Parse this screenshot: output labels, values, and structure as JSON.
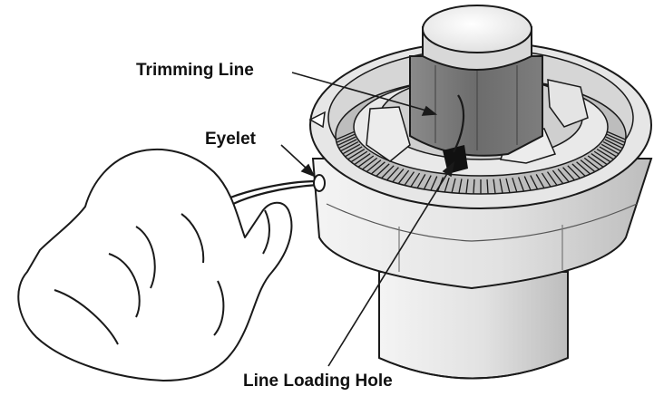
{
  "labels": {
    "trimming_line": "Trimming Line",
    "eyelet": "Eyelet",
    "line_loading_hole": "Line Loading Hole"
  },
  "colors": {
    "outline": "#1a1a1a",
    "body_light": "#efefef",
    "body_mid": "#d2d2d2",
    "body_dark": "#9a9a9a",
    "core_dark": "#6f6f6f",
    "hole": "#111111",
    "skin": "#ffffff"
  }
}
